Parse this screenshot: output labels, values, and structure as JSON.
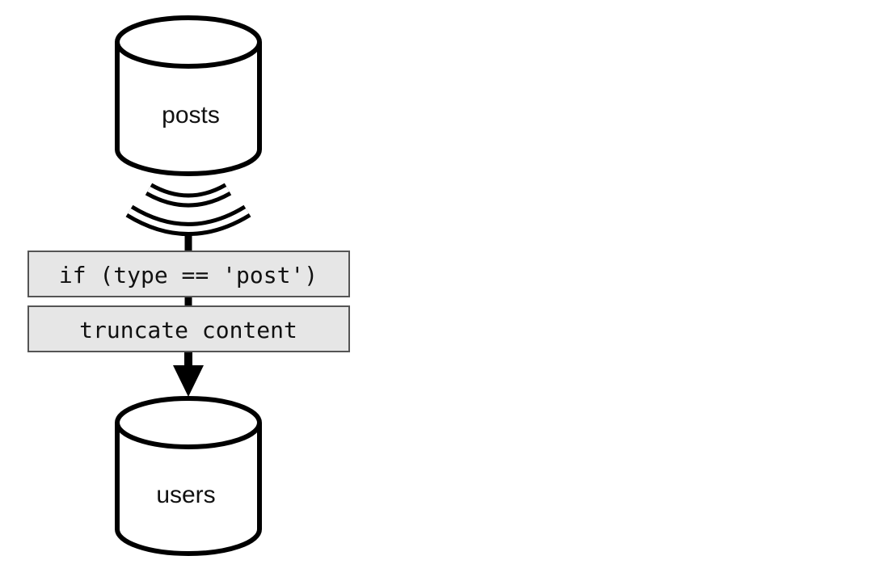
{
  "diagram": {
    "source": {
      "label": "posts"
    },
    "filter": {
      "label": "if (type == 'post')"
    },
    "transform": {
      "label": "truncate content"
    },
    "sink": {
      "label": "users"
    }
  },
  "colors": {
    "stroke": "#000000",
    "step_fill": "#e6e6e6",
    "step_stroke": "#555555",
    "background": "#ffffff"
  }
}
